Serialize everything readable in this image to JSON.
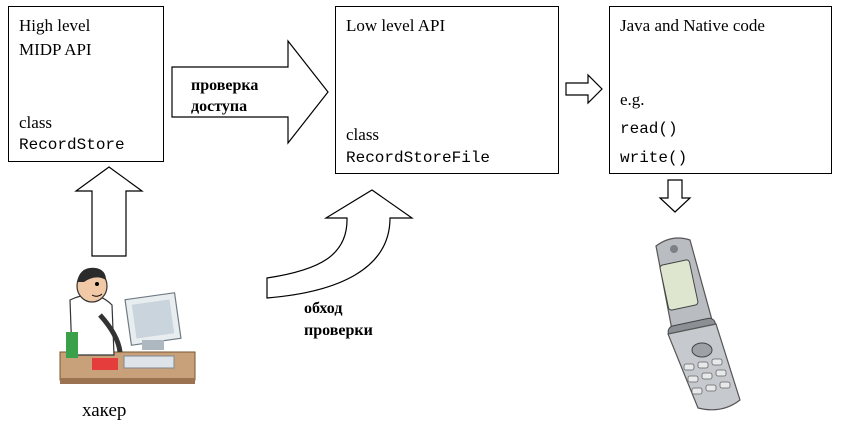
{
  "boxes": {
    "high": {
      "title_line1": "High level",
      "title_line2": "MIDP API",
      "class_keyword": "class",
      "class_name": "RecordStore"
    },
    "low": {
      "title": "Low level API",
      "class_keyword": "class",
      "class_name": "RecordStoreFile"
    },
    "native": {
      "title": "Java and Native code",
      "eg": "e.g.",
      "method1": "read()",
      "method2": "write()"
    }
  },
  "arrows": {
    "access_check_line1": "проверка",
    "access_check_line2": "доступа",
    "bypass_line1": "обход",
    "bypass_line2": "проверки"
  },
  "hacker": {
    "label": "хакер"
  },
  "colors": {
    "stroke": "#000000",
    "fill": "#ffffff",
    "hacker_shirt": "#ffffff",
    "hacker_skin": "#f2c9a6",
    "desk": "#c8a07a",
    "phone_silver": "#b9bcc0"
  }
}
